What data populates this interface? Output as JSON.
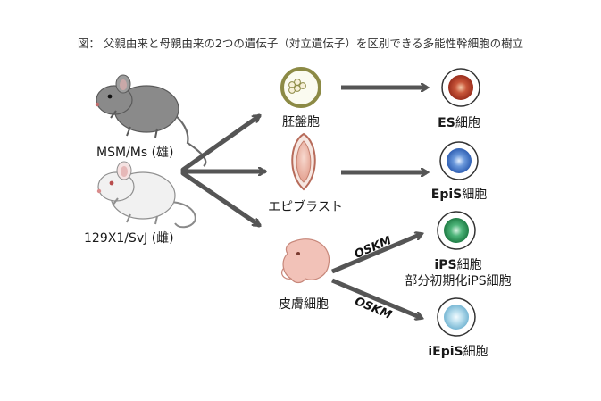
{
  "title": "図： 父親由来と母親由来の2つの遺伝子（対立遺伝子）を区別できる多能性幹細胞の樹立",
  "mice": {
    "top_label": "MSM/Ms (雄)",
    "bottom_label": "129X1/SvJ (雌)"
  },
  "sources": {
    "blastocyst": "胚盤胞",
    "epiblast": "エピブラスト",
    "skin": "皮膚細胞"
  },
  "results": {
    "es_bold": "ES",
    "es_suffix": "細胞",
    "epis_bold": "EpiS",
    "epis_suffix": "細胞",
    "ips_bold": "iPS",
    "ips_suffix": "細胞",
    "ips_sub": "部分初期化iPS細胞",
    "iepis_bold": "iEpiS",
    "iepis_suffix": "細胞"
  },
  "factors": {
    "upper": "OSKM",
    "lower": "OSKM"
  },
  "colors": {
    "arrow": "#555555",
    "es_cell": "#b5402a",
    "epis_cell": "#3f72c4",
    "ips_cell": "#2c9a55",
    "iepis_cell": "#8ec7e0",
    "mouse_gray": "#8a8a8a",
    "mouse_white": "#eeeeee",
    "embryo": "#f2c2b8"
  }
}
